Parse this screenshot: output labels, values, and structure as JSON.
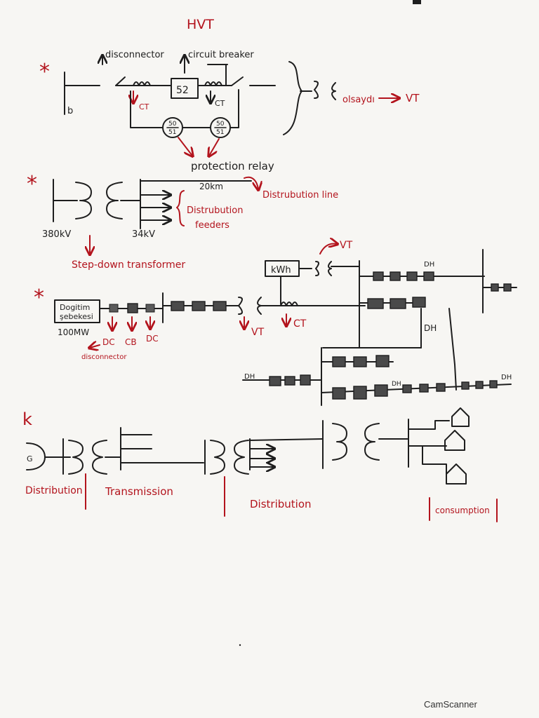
{
  "title": "HVT",
  "section1": {
    "star": "*",
    "bus_label": "b",
    "disconnector": "disconnector",
    "circuit_breaker": "circuit breaker",
    "breaker_number": "52",
    "ct_left": "CT",
    "ct_right": "CT",
    "relay_1_top": "50",
    "relay_1_bottom": "51",
    "relay_2_top": "50",
    "relay_2_bottom": "51",
    "olsaydi": "olsaydı",
    "vt": "VT",
    "protection_relay": "protection relay"
  },
  "section2": {
    "star": "*",
    "distance": "20km",
    "distribution_line": "Distrubution line",
    "feeders_line1": "Distrubution",
    "feeders_line2": "feeders",
    "voltage_high": "380kV",
    "voltage_low": "34kV",
    "step_down": "Step-down transformer"
  },
  "section3": {
    "star": "*",
    "source_line1": "Dogitim",
    "source_line2": "şebekesi",
    "power": "100MW",
    "dc_1": "DC",
    "cb": "CB",
    "dc_2": "DC",
    "disconnector": "disconnector",
    "meter": "kWh",
    "vt_top": "VT",
    "vt_bottom": "VT",
    "ct": "CT",
    "dh_top": "DH",
    "dh_mid": "DH",
    "dh_left": "DH",
    "dh_bottom": "DH",
    "dh_right": "DH"
  },
  "section4": {
    "star": "k",
    "generator": "G",
    "distribution_left": "Distribution",
    "transmission": "Transmission",
    "distribution_mid": "Distribution",
    "consumption": "consumption"
  },
  "footer": {
    "watermark": "CamScanner"
  },
  "colors": {
    "paper": "#f7f6f3",
    "ink": "#1e1e1e",
    "red_ink": "#b3141d"
  }
}
